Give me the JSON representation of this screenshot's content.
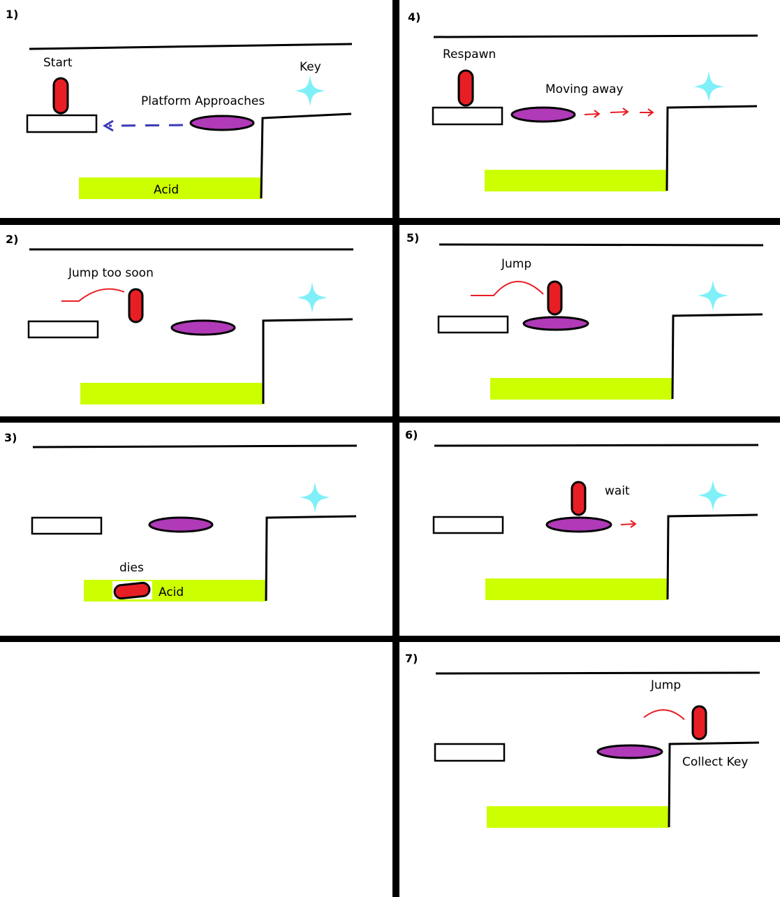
{
  "colors": {
    "divider": "#000000",
    "acid": "#ccff00",
    "player": "#e81e25",
    "platform": "#b03ab8",
    "key": "#80f0f8",
    "approach_arrow": "#3a3ab8",
    "motion_red": "#e81e25"
  },
  "icons": {
    "player": "red-capsule-icon",
    "platform": "purple-oval-platform-icon",
    "key": "four-point-star-key-icon"
  },
  "panels": [
    {
      "number": "1)",
      "labels": {
        "start": "Start",
        "platform": "Platform Approaches",
        "key": "Key",
        "acid": "Acid"
      }
    },
    {
      "number": "2)",
      "labels": {
        "jump": "Jump too soon"
      }
    },
    {
      "number": "3)",
      "labels": {
        "dies": "dies",
        "acid": "Acid"
      }
    },
    {
      "number": "4)",
      "labels": {
        "respawn": "Respawn",
        "moving": "Moving away"
      }
    },
    {
      "number": "5)",
      "labels": {
        "jump": "Jump"
      }
    },
    {
      "number": "6)",
      "labels": {
        "wait": "wait"
      }
    },
    {
      "number": "7)",
      "labels": {
        "jump": "Jump",
        "collect": "Collect Key"
      }
    }
  ]
}
